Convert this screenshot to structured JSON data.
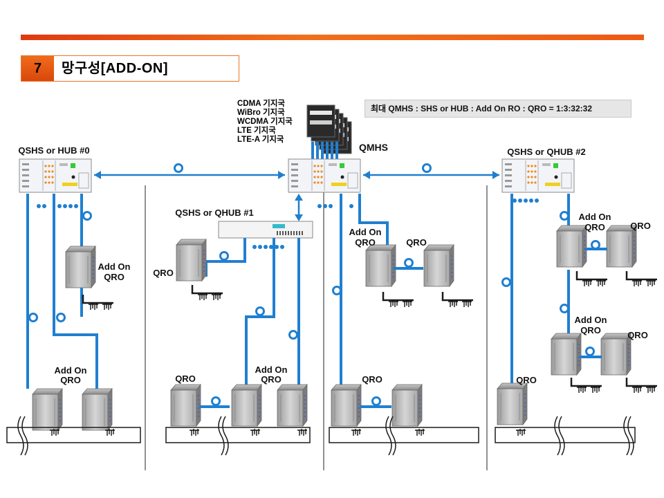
{
  "header": {
    "section_number": "7",
    "section_title": "망구성[ADD-ON]"
  },
  "ratio_note": "최대 QMHS : SHS or HUB : Add On RO : QRO = 1:3:32:32",
  "base_stations": [
    "CDMA 기지국",
    "WiBro 기지국",
    "WCDMA 기지국",
    "LTE 기지국",
    "LTE-A 기지국"
  ],
  "labels": {
    "qmhs": "QMHS",
    "hub0": "QSHS or HUB #0",
    "hub1": "QSHS or QHUB #1",
    "hub2": "QSHS or QHUB #2",
    "add_on": "Add On",
    "qro": "QRO",
    "dots": "●●"
  },
  "colors": {
    "link": "#1f7fd0",
    "accent": "#f06c1a",
    "frame": "#1a1a1a"
  }
}
